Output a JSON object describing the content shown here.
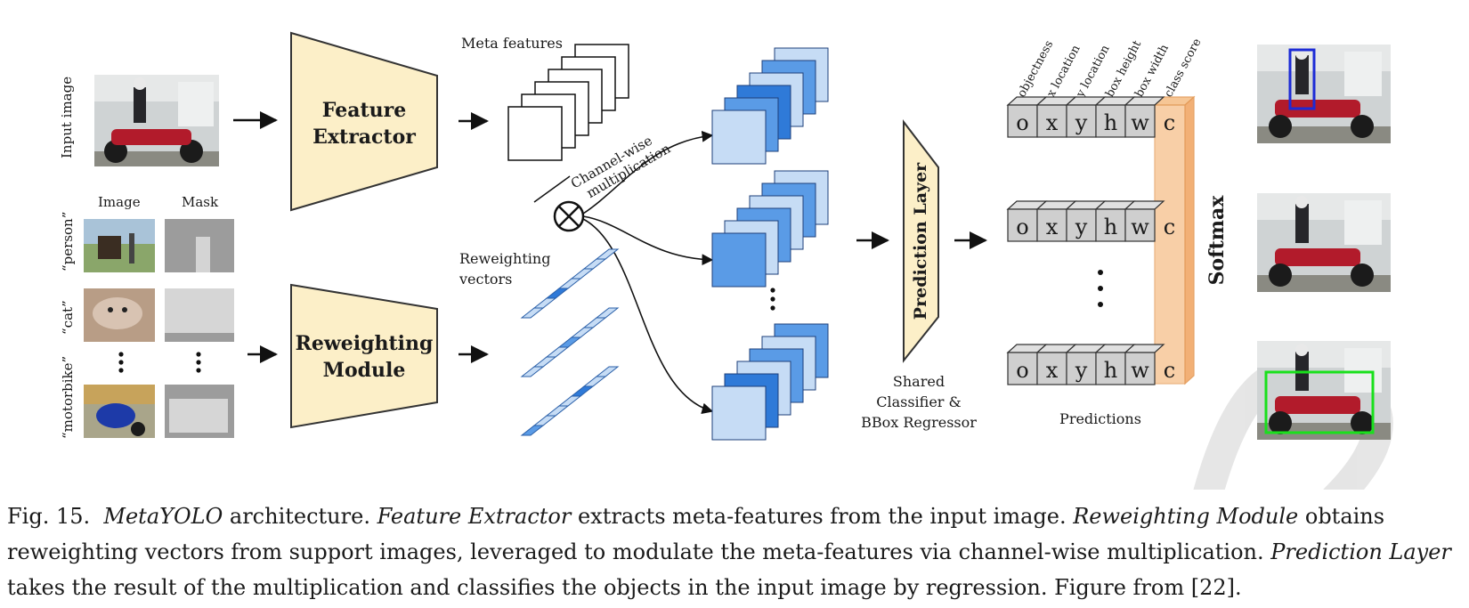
{
  "diagram": {
    "input_image_label": "Input image",
    "support_headers": {
      "image": "Image",
      "mask": "Mask"
    },
    "support_classes": [
      "“person”",
      "“cat”",
      "“motorbike”"
    ],
    "feature_extractor": [
      "Feature",
      "Extractor"
    ],
    "reweighting_module": [
      "Reweighting",
      "Module"
    ],
    "meta_features_label": "Meta features",
    "reweighting_vectors_label": [
      "Reweighting",
      "vectors"
    ],
    "channel_wise_label": [
      "Channel-wise",
      "multiplication"
    ],
    "prediction_layer": "Prediction Layer",
    "shared_label": [
      "Shared",
      "Classifier &",
      "BBox Regressor"
    ],
    "column_headers": [
      "objectness",
      "x location",
      "y location",
      "box height",
      "box width",
      "class score"
    ],
    "cell_letters": [
      "o",
      "x",
      "y",
      "h",
      "w",
      "c"
    ],
    "predictions_label": "Predictions",
    "softmax_label": "Softmax",
    "colors": {
      "module_fill": "#fcefc8",
      "blue_light": "#c6dcf5",
      "blue_mid": "#5a9be6",
      "blue_dark": "#2f7ad8",
      "cell_gray": "#cfcfcf",
      "class_highlight": "#f6c08a",
      "box_blue": "#1c2bd6",
      "box_green": "#19e01c",
      "watermark": "#dddddd"
    }
  },
  "caption": {
    "fig_label": "Fig. 15.",
    "segments": [
      {
        "text": "MetaYOLO",
        "italic": true
      },
      {
        "text": " architecture. ",
        "italic": false
      },
      {
        "text": "Feature Extractor",
        "italic": true
      },
      {
        "text": " extracts meta-features from the input image. ",
        "italic": false
      },
      {
        "text": "Reweighting Module",
        "italic": true
      },
      {
        "text": " obtains reweighting vectors from support images, leveraged to modulate the meta-features via channel-wise multiplication. ",
        "italic": false
      },
      {
        "text": "Prediction Layer",
        "italic": true
      },
      {
        "text": " takes the result of the multiplication and classifies the objects in the input image by regression. Figure from [22].",
        "italic": false
      }
    ]
  }
}
